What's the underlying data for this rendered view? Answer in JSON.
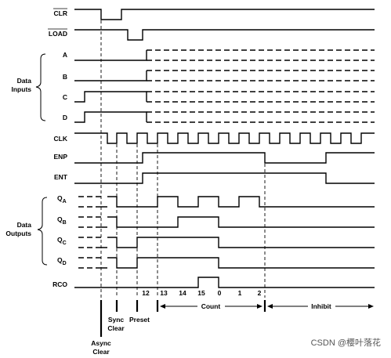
{
  "signals": {
    "clr": "CLR",
    "load": "LOAD",
    "a": "A",
    "b": "B",
    "c": "C",
    "d": "D",
    "clk": "CLK",
    "enp": "ENP",
    "ent": "ENT",
    "qa": "Q",
    "qa_sub": "A",
    "qb": "Q",
    "qb_sub": "B",
    "qc": "Q",
    "qc_sub": "C",
    "qd": "Q",
    "qd_sub": "D",
    "rco": "RCO"
  },
  "groups": {
    "data_inputs_line1": "Data",
    "data_inputs_line2": "Inputs",
    "data_outputs_line1": "Data",
    "data_outputs_line2": "Outputs"
  },
  "counts": [
    "12",
    "13",
    "14",
    "15",
    "0",
    "1",
    "2"
  ],
  "annotations": {
    "count": "Count",
    "inhibit": "Inhibit",
    "sync_clear_1": "Sync",
    "sync_clear_2": "Clear",
    "preset": "Preset",
    "async_clear_1": "Async",
    "async_clear_2": "Clear"
  },
  "watermark": "CSDN @樱叶落花"
}
